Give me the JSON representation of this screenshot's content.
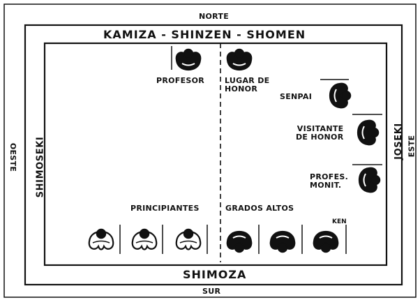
{
  "compass": {
    "north": "NORTE",
    "south": "SUR",
    "west": "OESTE",
    "east": "ESTE"
  },
  "walls": {
    "top": "KAMIZA - SHINZEN - SHOMEN",
    "bottom": "SHIMOZA",
    "left": "SHIMOSEKI",
    "right": "JOSEKI"
  },
  "labels": {
    "profesor": "PROFESOR",
    "lugar_de_honor": "LUGAR DE\nHONOR",
    "senpai": "SENPAI",
    "visitante": "VISITANTE\nDE HONOR",
    "profes_monit": "PROFES.\nMONIT.",
    "principiantes": "PRINCIPIANTES",
    "grados_altos": "GRADOS ALTOS",
    "ken": "KEN"
  }
}
